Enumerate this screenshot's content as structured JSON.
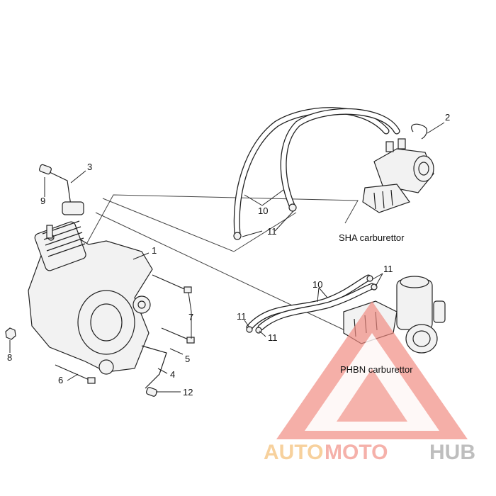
{
  "diagram": {
    "callouts": {
      "n1": "1",
      "n2": "2",
      "n3": "3",
      "n4": "4",
      "n5": "5",
      "n6": "6",
      "n7": "7",
      "n8": "8",
      "n9": "9",
      "n10_top": "10",
      "n10_mid": "10",
      "n11_top": "11",
      "n11_right": "11",
      "n11_left": "11",
      "n11_low": "11",
      "n12": "12"
    },
    "captions": {
      "sha": "SHA carburettor",
      "phbn": "PHBN carburettor"
    }
  },
  "watermark": {
    "part1": "AUTO",
    "part2": "MOTO",
    "part3": "HUB",
    "colors": {
      "auto": "#f6c98c",
      "moto": "#f4a49c",
      "hub": "#b3b3b3",
      "triangle": "#f08a80"
    }
  }
}
